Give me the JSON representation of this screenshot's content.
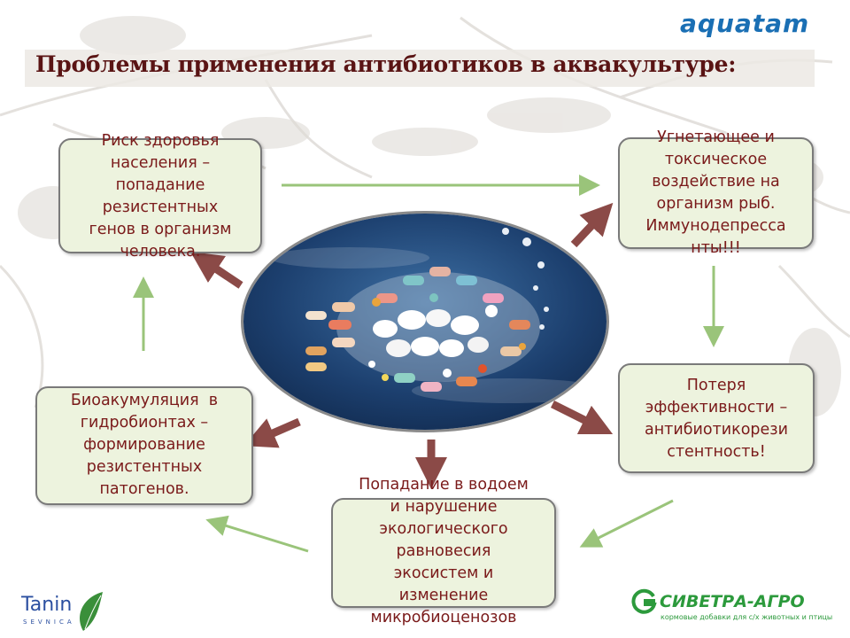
{
  "header": {
    "brand": "aquatam",
    "title": "Проблемы применения антибиотиков в аквакультуре:"
  },
  "nodes": {
    "human_risk": "Риск здоровья\nнаселения –\nпопадание\nрезистентных\nгенов в организм\nчеловека.",
    "fish_toxic": "Угнетающее и\nтоксическое\nвоздействие на\nорганизм рыб.\nИммунодепресса\nнты!!!",
    "resistance": "Потеря\nэффективности –\nантибиотикорези\nстентность!",
    "water": "Попадание в водоем\nи нарушение\nэкологического\nравновесия\nэкосистем и\nизменение\nмикробиоценозов",
    "bioaccum": "Биоакумуляция  в\nгидробионтах –\nформирование\nрезистентных\nпатогенов."
  },
  "footer": {
    "left_logo": "Tanin",
    "left_logo_sub": "SEVNICA",
    "right_logo": "СИВЕТРА-АГРО",
    "right_logo_sub": "кормовые добавки для с/х животных и птицы"
  },
  "colors": {
    "title": "#5a1414",
    "node_text": "#7a1a1a",
    "node_fill": "#edf3de",
    "arrow_dark": "#8b4a47",
    "arrow_green": "#9ac47a",
    "brand_blue": "#1a6fb4",
    "brand_green": "#2c9a3c"
  },
  "icons": [
    "fish-of-pills-image",
    "leaf-icon",
    "sivetra-g-icon"
  ]
}
